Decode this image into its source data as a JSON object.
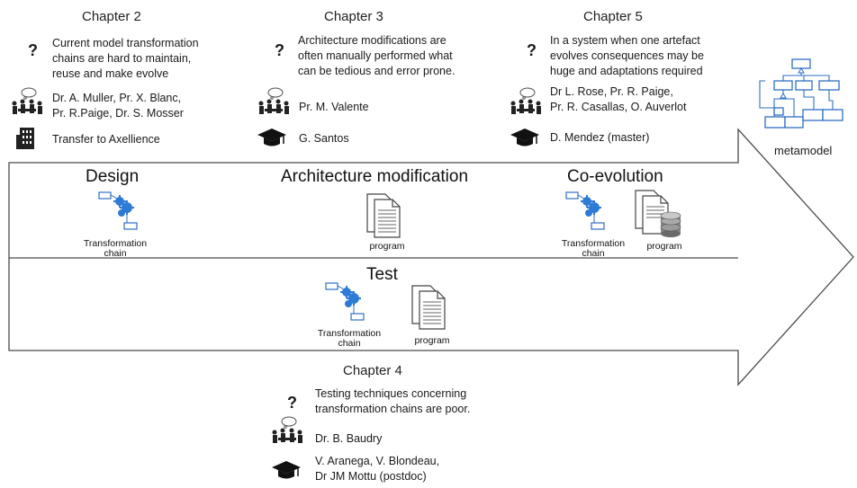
{
  "chapters": [
    {
      "title": "Chapter 2",
      "question_mark": "?",
      "description": [
        "Current model transformation",
        "chains are hard to maintain,",
        "reuse and make evolve"
      ],
      "people": [
        "Dr. A. Muller, Pr. X. Blanc,",
        "Pr. R.Paige, Dr. S. Mosser"
      ],
      "transfer": "Transfer to Axellience"
    },
    {
      "title": "Chapter 3",
      "question_mark": "?",
      "description": [
        "Architecture modifications are",
        "often manually performed what",
        "can be tedious and error prone."
      ],
      "people": [
        "Pr. M. Valente"
      ],
      "students": "G. Santos"
    },
    {
      "title": "Chapter 5",
      "question_mark": "?",
      "description": [
        "In a system when one artefact",
        "evolves consequences may be",
        "huge and adaptations required"
      ],
      "people": [
        "Dr L. Rose, Pr. R. Paige,",
        "Pr. R. Casallas, O. Auverlot"
      ],
      "students": "D. Mendez (master)"
    },
    {
      "title": "Chapter 4",
      "question_mark": "?",
      "description": [
        "Testing techniques concerning",
        "transformation chains are poor."
      ],
      "people": [
        "Dr. B. Baudry"
      ],
      "students": [
        "V. Aranega, V. Blondeau,",
        "Dr JM Mottu (postdoc)"
      ]
    }
  ],
  "phases": {
    "design": "Design",
    "architecture": "Architecture modification",
    "coevolution": "Co-evolution",
    "test": "Test"
  },
  "labels": {
    "transformation_chain": [
      "Transformation",
      "chain"
    ],
    "program": "program",
    "metamodel": "metamodel"
  },
  "icons": [
    "question-mark-icon",
    "meeting-icon",
    "building-icon",
    "graduation-cap-icon",
    "transformation-chain-icon",
    "program-document-icon",
    "database-icon",
    "metamodel-diagram-icon"
  ],
  "colors": {
    "arrow_stroke": "#4a4a4a",
    "gear_blue": "#2e7bd6",
    "box_blue": "#2e6fc4"
  }
}
